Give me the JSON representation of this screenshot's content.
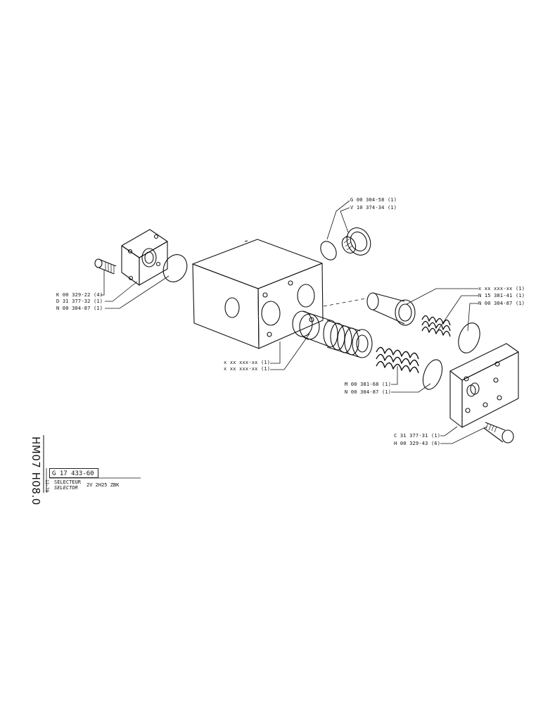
{
  "document": {
    "side_code": "HM07 H08.0",
    "date": "12-79",
    "part_number": "G 17 433-60",
    "title_fr": "SELECTEUR",
    "title_en": "SELECTOR",
    "reference": "2V 2H25 ZBK"
  },
  "labels": {
    "g_00_304_58": "G 00 304-58 (1)",
    "v_10_374_34": "V 10 374-34 (1)",
    "k_00_329_22": "K 00 329-22 (4)",
    "d_31_377_32": "D 31 377-32 (1)",
    "n_00_304_87_left": "N 00 304-87 (1)",
    "xx_right_1": "x xx xxx-xx (1)",
    "n_15_381_41": "N 15 381-41 (1)",
    "n_00_304_87_right": "N 00 304-87 (1)",
    "xx_mid_1": "x xx xxx-xx (1)",
    "xx_mid_2": "x xx xxx-xx (1)",
    "m_00_381_68": "M 00 381-68 (1)",
    "n_00_304_87_lower": "N 00 304-87 (1)",
    "c_31_377_31": "C 31 377-31 (1)",
    "h_00_329_43": "H 00 329-43 (6)"
  }
}
